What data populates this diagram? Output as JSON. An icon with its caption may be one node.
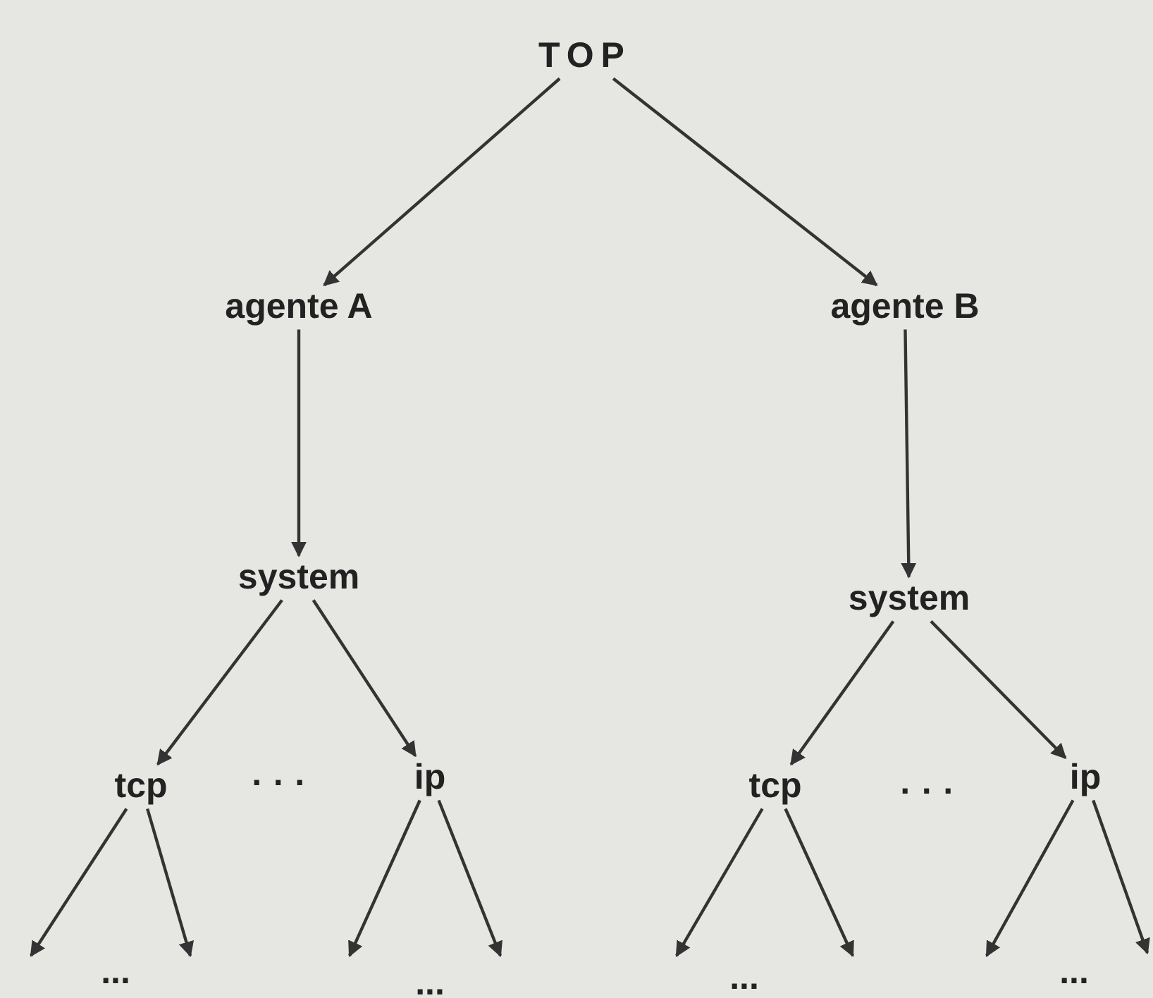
{
  "diagram": {
    "nodes": [
      {
        "text": [
          "TOP"
        ]
      },
      {
        "text": [
          "agente A"
        ]
      },
      {
        "text": [
          "agente B"
        ]
      },
      {
        "text": [
          "system"
        ]
      },
      {
        "text": [
          "system"
        ]
      },
      {
        "text": [
          "tcp"
        ]
      },
      {
        "text": [
          "ip"
        ]
      },
      {
        "text": [
          "tcp"
        ]
      },
      {
        "text": [
          "ip"
        ]
      }
    ],
    "edges": [
      {
        "from": 0,
        "to": 1,
        "arrow": "to"
      },
      {
        "from": 0,
        "to": 2,
        "arrow": "to"
      },
      {
        "from": 1,
        "to": 3,
        "arrow": "to"
      },
      {
        "from": 2,
        "to": 4,
        "arrow": "to"
      },
      {
        "from": 3,
        "to": 5,
        "arrow": "to"
      },
      {
        "from": 3,
        "to": 6,
        "arrow": "to"
      },
      {
        "from": 4,
        "to": 7,
        "arrow": "to"
      },
      {
        "from": 4,
        "to": 8,
        "arrow": "to"
      },
      {
        "from": 5,
        "to": null,
        "arrow": "to"
      },
      {
        "from": 5,
        "to": null,
        "arrow": "to"
      },
      {
        "from": 6,
        "to": null,
        "arrow": "to"
      },
      {
        "from": 6,
        "to": null,
        "arrow": "to"
      },
      {
        "from": 7,
        "to": null,
        "arrow": "to"
      },
      {
        "from": 7,
        "to": null,
        "arrow": "to"
      },
      {
        "from": 8,
        "to": null,
        "arrow": "to"
      },
      {
        "from": 8,
        "to": null,
        "arrow": "to"
      }
    ],
    "labels": [
      "· · ·",
      "· · ·",
      "...",
      "...",
      "...",
      "..."
    ]
  }
}
